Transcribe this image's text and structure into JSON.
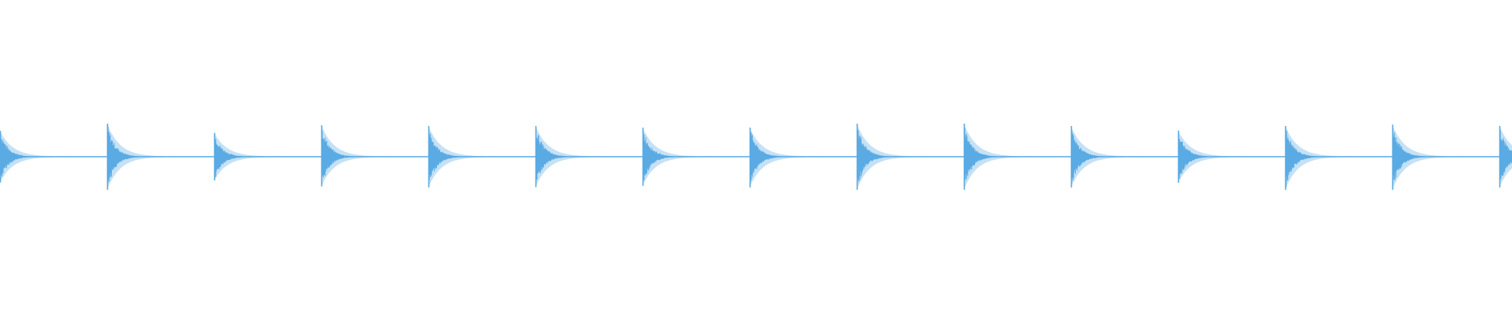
{
  "waveform": {
    "color": "#5aaae3",
    "background": "#ffffff",
    "style": "percussive decaying transients on a flat baseline",
    "beats": [
      {
        "amplitude_up": 0.78,
        "amplitude_down": 0.78,
        "clipped_start": true
      },
      {
        "amplitude_up": 1.0,
        "amplitude_down": 1.0
      },
      {
        "amplitude_up": 0.72,
        "amplitude_down": 0.72
      },
      {
        "amplitude_up": 0.95,
        "amplitude_down": 0.9
      },
      {
        "amplitude_up": 0.93,
        "amplitude_down": 0.93
      },
      {
        "amplitude_up": 0.93,
        "amplitude_down": 0.92
      },
      {
        "amplitude_up": 0.88,
        "amplitude_down": 0.88
      },
      {
        "amplitude_up": 0.88,
        "amplitude_down": 0.93
      },
      {
        "amplitude_up": 1.0,
        "amplitude_down": 1.0
      },
      {
        "amplitude_up": 1.0,
        "amplitude_down": 1.0
      },
      {
        "amplitude_up": 0.93,
        "amplitude_down": 0.93
      },
      {
        "amplitude_up": 0.79,
        "amplitude_down": 0.79
      },
      {
        "amplitude_up": 0.93,
        "amplitude_down": 1.0
      },
      {
        "amplitude_up": 0.97,
        "amplitude_down": 1.0
      },
      {
        "amplitude_up": 0.93,
        "amplitude_down": 0.93,
        "clipped_end": true
      }
    ]
  }
}
